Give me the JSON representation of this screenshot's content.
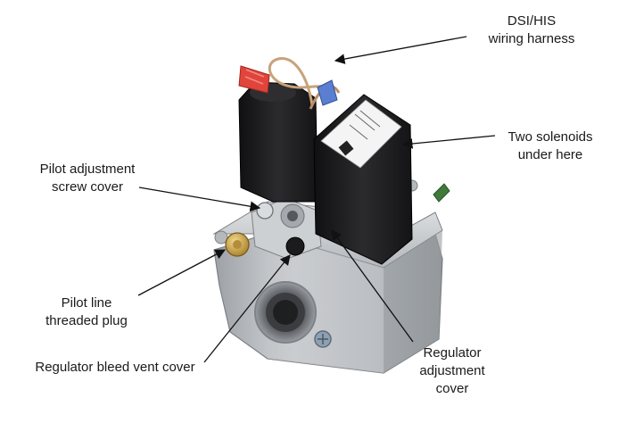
{
  "labels": {
    "wiring_harness": [
      "DSI/HIS",
      "wiring harness"
    ],
    "solenoids": [
      "Two solenoids",
      "under here"
    ],
    "pilot_adjust": [
      "Pilot adjustment",
      "screw cover"
    ],
    "pilot_line": [
      "Pilot line",
      "threaded plug"
    ],
    "bleed_vent": [
      "Regulator bleed vent cover"
    ],
    "regulator_adjust": [
      "Regulator",
      "adjustment",
      "cover"
    ]
  },
  "colors": {
    "housing": "#b9bcbf",
    "housing_dark": "#8e9296",
    "solenoid_body": "#1c1c1e",
    "brass": "#c9a24a",
    "wire": "#c8a27a",
    "connector": "#e0443a",
    "connector_blue": "#5a7fd0",
    "arrow": "#111111"
  }
}
